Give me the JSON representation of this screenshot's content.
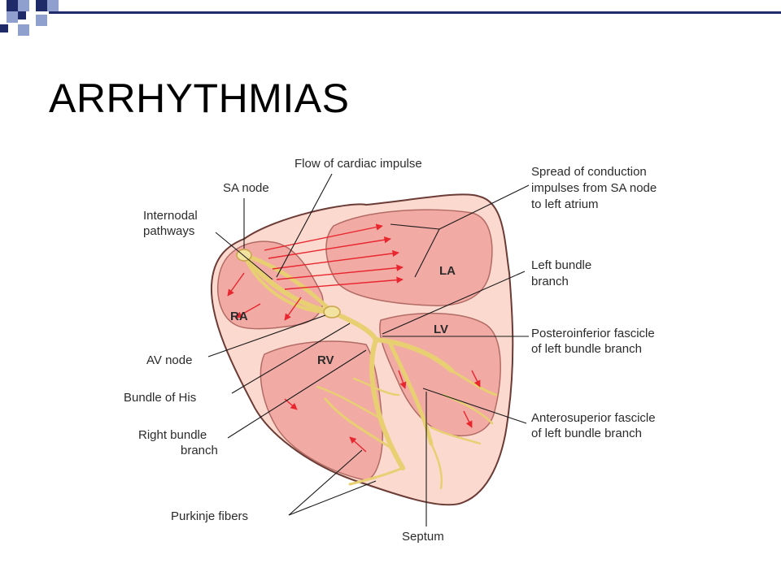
{
  "slide": {
    "title": "ARRHYTHMIAS"
  },
  "diagram": {
    "chambers": {
      "ra": "RA",
      "la": "LA",
      "lv": "LV",
      "rv": "RV"
    },
    "labels": {
      "flow_of_cardiac_impulse": "Flow of cardiac impulse",
      "sa_node": "SA node",
      "internodal_pathways": [
        "Internodal",
        "pathways"
      ],
      "spread_of_conduction": [
        "Spread of conduction",
        "impulses from SA node",
        "to left atrium"
      ],
      "left_bundle_branch": [
        "Left bundle",
        "branch"
      ],
      "posteroinferior_fascicle": [
        "Posteroinferior fascicle",
        "of left bundle branch"
      ],
      "av_node": "AV node",
      "bundle_of_his": "Bundle of His",
      "right_bundle_branch": [
        "Right bundle",
        "branch"
      ],
      "anterosuperior_fascicle": [
        "Anterosuperior fascicle",
        "of left bundle branch"
      ],
      "purkinje_fibers": "Purkinje fibers",
      "septum": "Septum"
    },
    "colors": {
      "heart_outer": "#fbd9cf",
      "chamber": "#f2aaa5",
      "conduction": "#f3e3a0",
      "arrow": "#e8262e",
      "leader": "#1a1a1a",
      "label": "#2b2b2b"
    }
  },
  "decoration": {
    "accent_dark": "#1f2a68",
    "accent_light": "#8fa0cf"
  }
}
